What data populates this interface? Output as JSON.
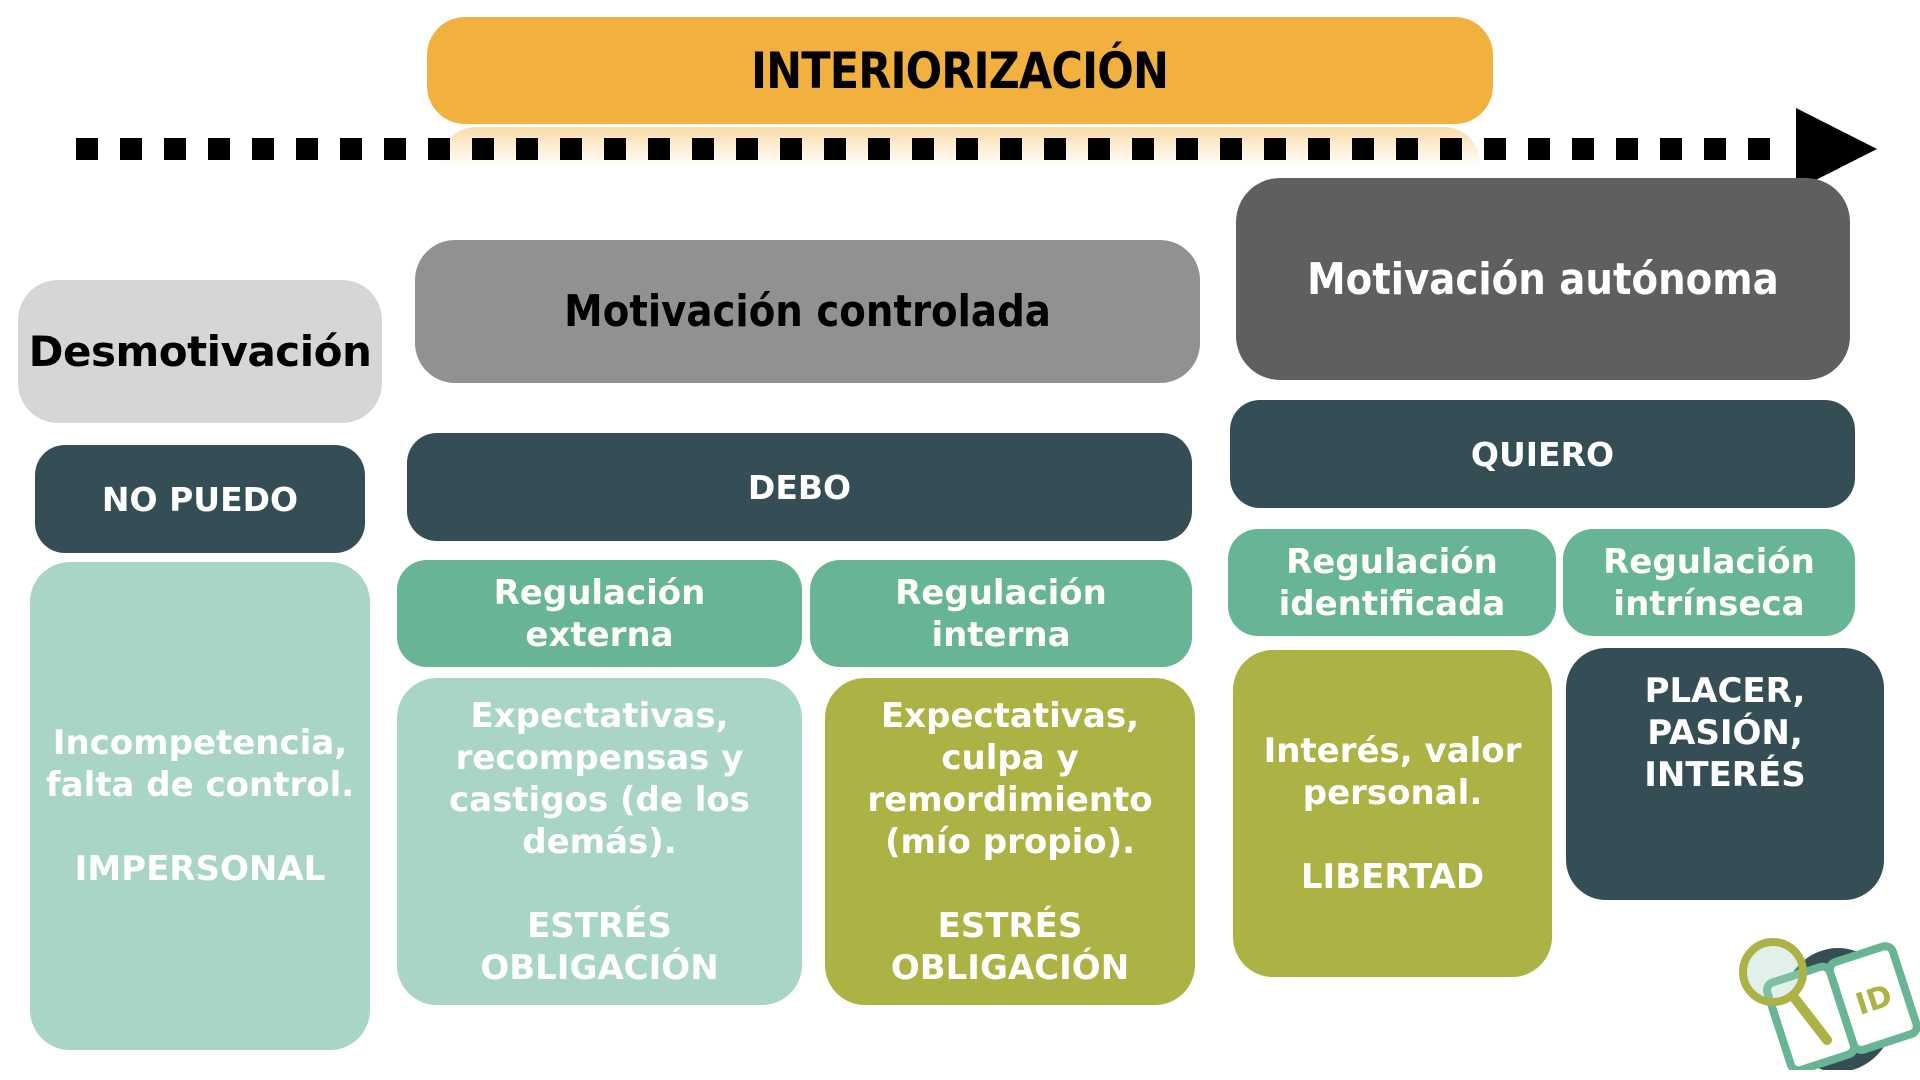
{
  "header": {
    "title": "INTERIORIZACIÓN",
    "arrow_direction": "right",
    "dot_count": 39
  },
  "colors": {
    "title_bar": "#F2B13F",
    "desmotivacion": "#D6D6D6",
    "controlada": "#919191",
    "autonoma": "#5F5F5F",
    "dark_teal": "#354E56",
    "regulation_green": "#67B594",
    "light_green": "#A9D5C4",
    "olive": "#ADB244"
  },
  "columns": {
    "desmotivacion": {
      "title": "Desmotivación",
      "verb": "NO PUEDO",
      "description": "Incompetencia,\nfalta de control.\n\nIMPERSONAL"
    },
    "controlada": {
      "title": "Motivación controlada",
      "verb": "DEBO",
      "regulations": [
        {
          "label": "Regulación\nexterna",
          "description": "Expectativas,\nrecompensas y\ncastigos (de los\ndemás).\n\nESTRÉS\nOBLIGACIÓN"
        },
        {
          "label": "Regulación\ninterna",
          "description": "Expectativas,\nculpa y\nremordimiento\n(mío propio).\n\nESTRÉS\nOBLIGACIÓN"
        }
      ]
    },
    "autonoma": {
      "title": "Motivación autónoma",
      "verb": "QUIERO",
      "regulations": [
        {
          "label": "Regulación\nidentificada",
          "description": "Interés, valor\npersonal.\n\nLIBERTAD"
        },
        {
          "label": "Regulación\nintrínseca",
          "description": "PLACER,\nPASIÓN,\nINTERÉS"
        }
      ]
    }
  },
  "logo": {
    "icon": "book-magnifier-logo-icon",
    "text": "ID"
  }
}
